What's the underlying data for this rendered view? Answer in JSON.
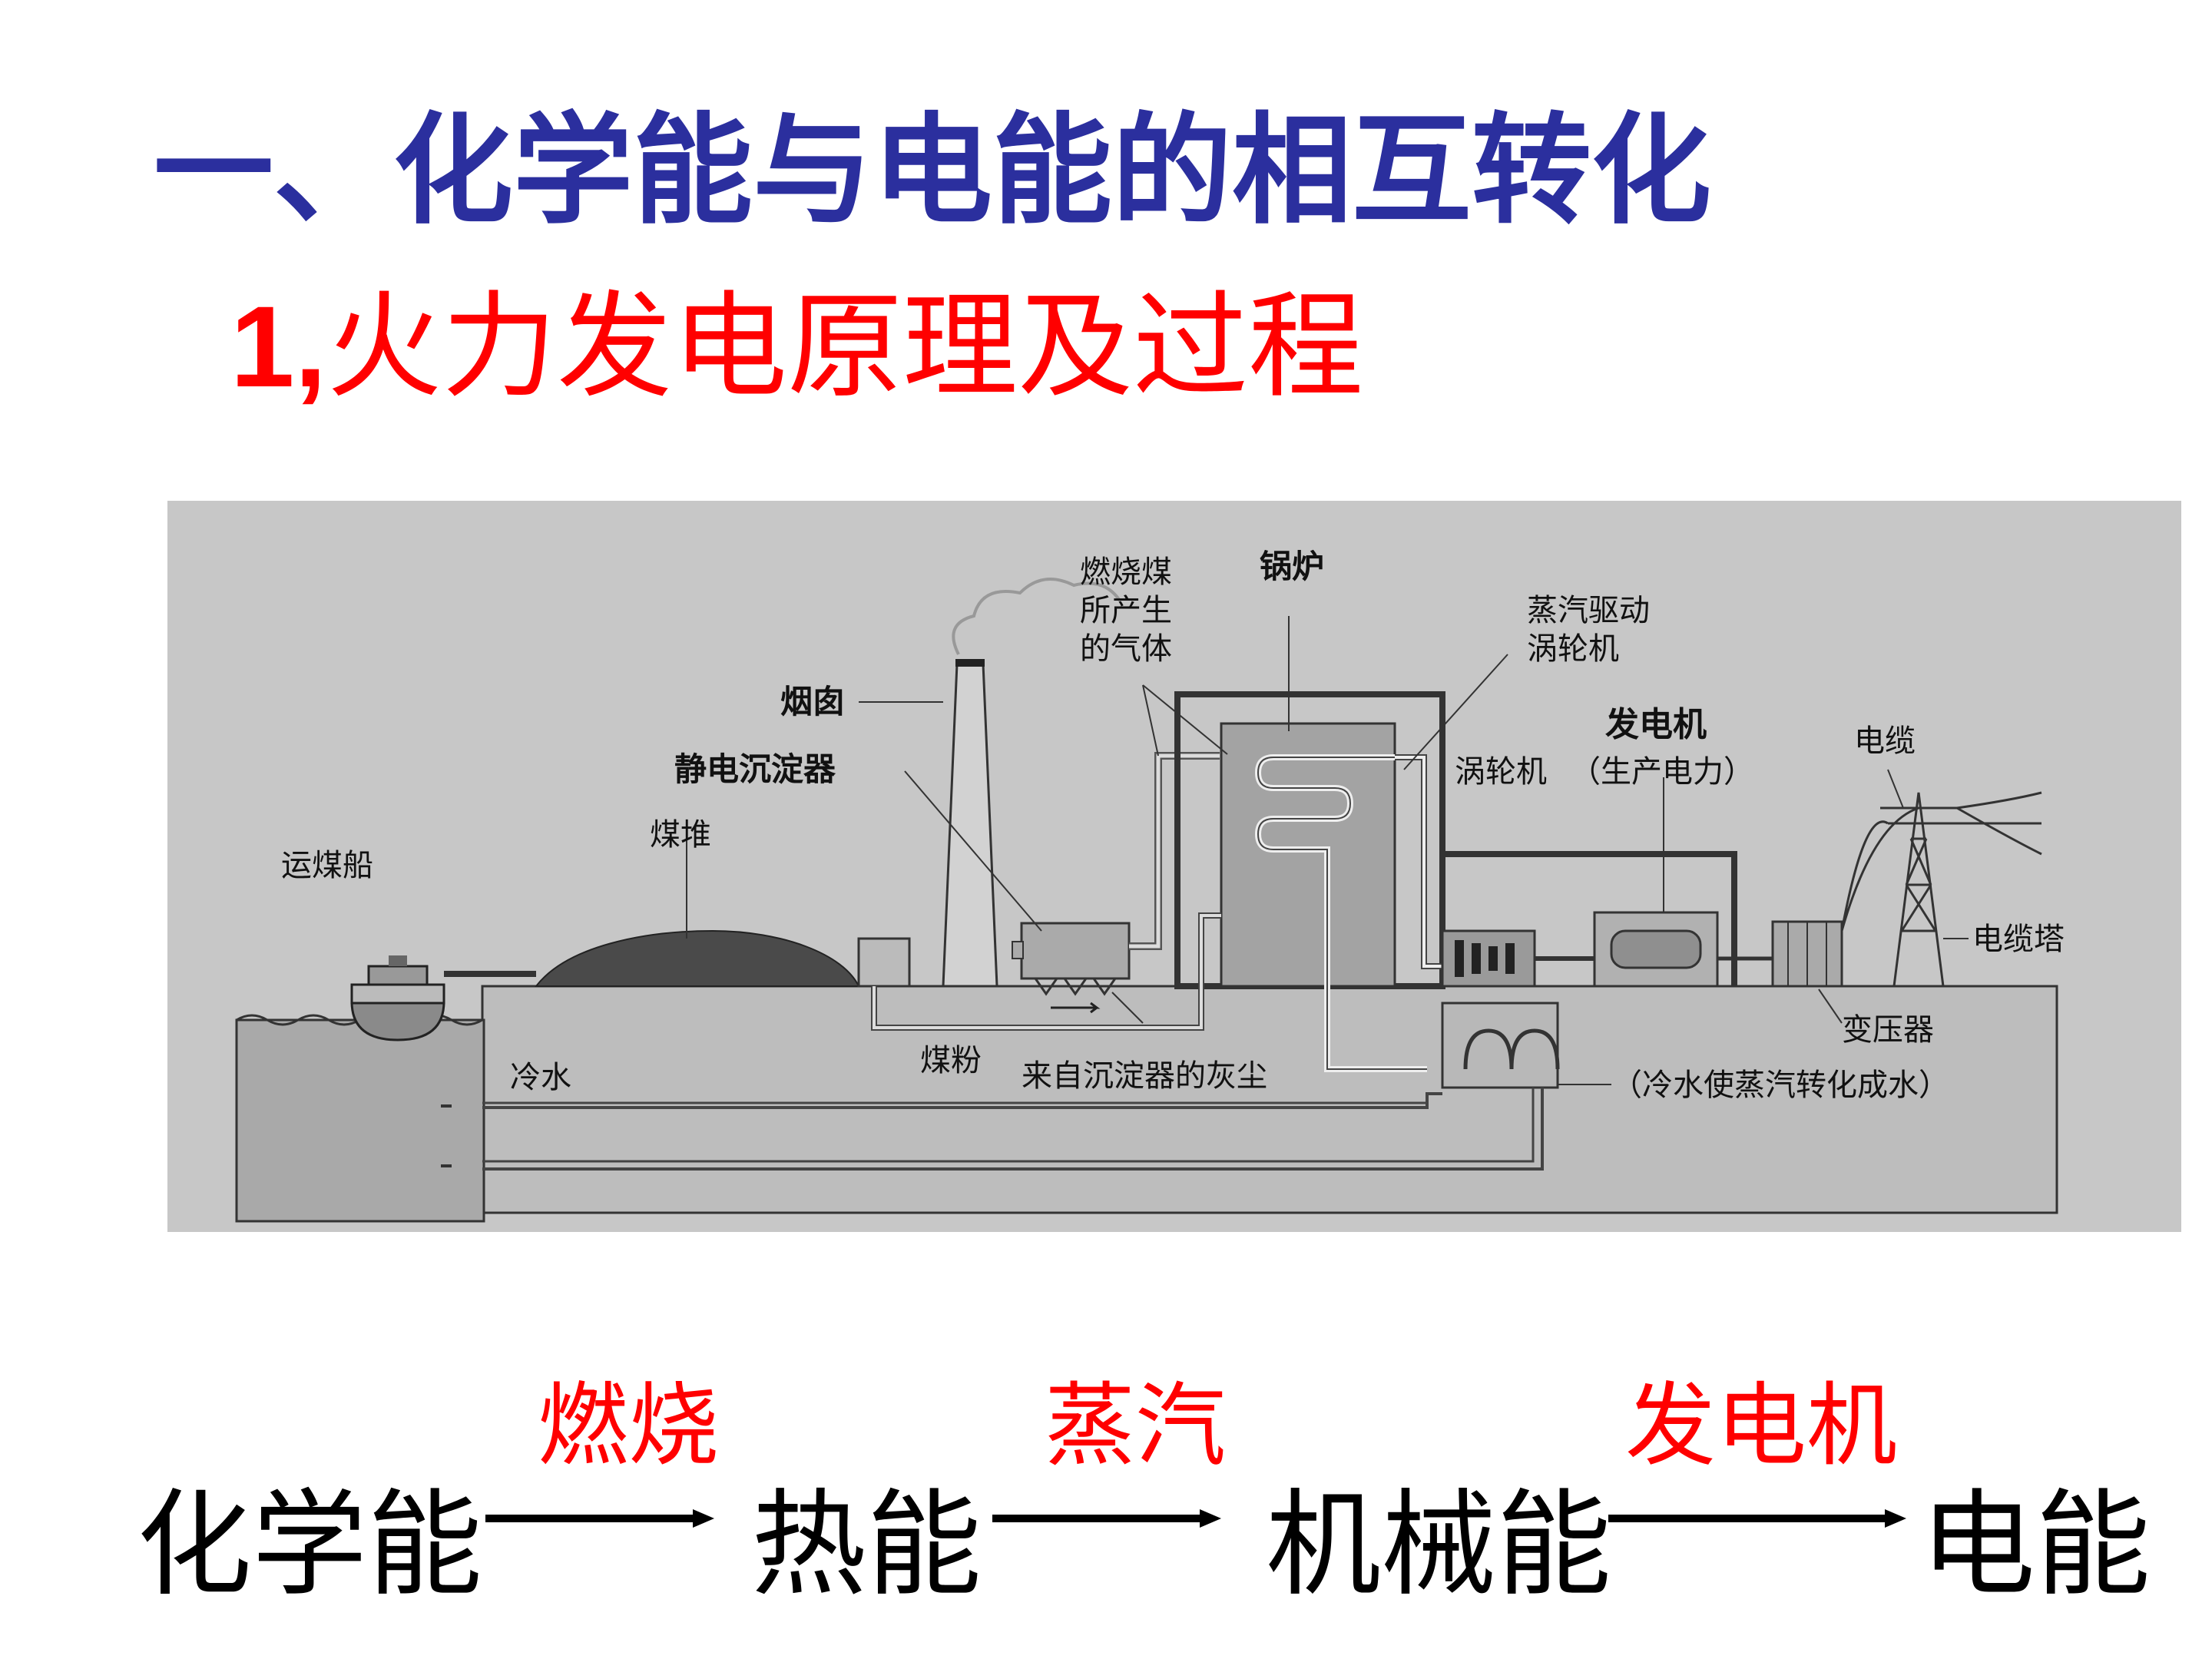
{
  "slide": {
    "title": "一、化学能与电能的相互转化",
    "subtitle_number": "1,",
    "subtitle_text": "火力发电原理及过程"
  },
  "diagram": {
    "labels": {
      "coal_ship": "运煤船",
      "coal_pile": "煤堆",
      "chimney": "烟囱",
      "precipitator": "静电沉淀器",
      "flue_gas_1": "燃烧煤",
      "flue_gas_2": "所产生",
      "flue_gas_3": "的气体",
      "boiler": "锅炉",
      "steam_turbine_1": "蒸汽驱动",
      "steam_turbine_2": "涡轮机",
      "turbine": "涡轮机",
      "generator": "发电机",
      "generator_note": "（生产电力）",
      "cable": "电缆",
      "cable_tower": "电缆塔",
      "transformer": "变压器",
      "cold_water": "冷水",
      "coal_powder": "煤粉",
      "ash": "来自沉淀器的灰尘",
      "condenser_note": "（冷水使蒸汽转化成水）"
    }
  },
  "flow": {
    "terms": [
      "化学能",
      "热能",
      "机械能",
      "电能"
    ],
    "conditions": [
      "燃烧",
      "蒸汽",
      "发电机"
    ]
  }
}
